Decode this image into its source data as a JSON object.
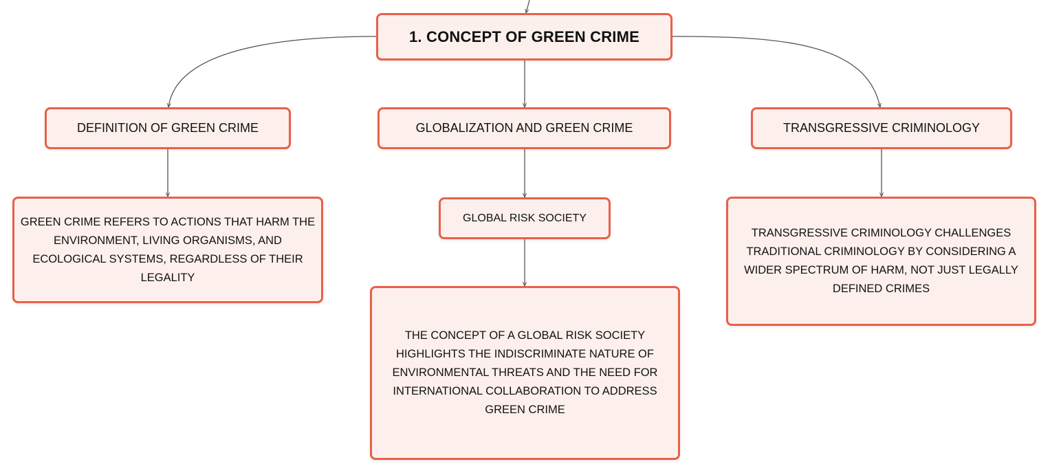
{
  "root": {
    "label": "1. CONCEPT OF GREEN CRIME"
  },
  "branches": [
    {
      "label": "DEFINITION OF GREEN CRIME",
      "detail": "GREEN CRIME REFERS TO ACTIONS THAT HARM THE ENVIRONMENT, LIVING ORGANISMS, AND ECOLOGICAL SYSTEMS, REGARDLESS OF THEIR LEGALITY"
    },
    {
      "label": "GLOBALIZATION AND GREEN CRIME",
      "sub_label": "GLOBAL RISK SOCIETY",
      "detail": "THE CONCEPT OF A GLOBAL RISK SOCIETY HIGHLIGHTS THE INDISCRIMINATE NATURE OF ENVIRONMENTAL THREATS AND THE NEED FOR INTERNATIONAL COLLABORATION TO ADDRESS GREEN CRIME"
    },
    {
      "label": "TRANSGRESSIVE CRIMINOLOGY",
      "detail": "TRANSGRESSIVE CRIMINOLOGY CHALLENGES TRADITIONAL CRIMINOLOGY BY CONSIDERING A WIDER SPECTRUM OF HARM, NOT JUST LEGALLY DEFINED CRIMES"
    }
  ],
  "colors": {
    "node_border": "#e8604a",
    "node_fill": "#fdf0ec",
    "connector": "#555555"
  }
}
